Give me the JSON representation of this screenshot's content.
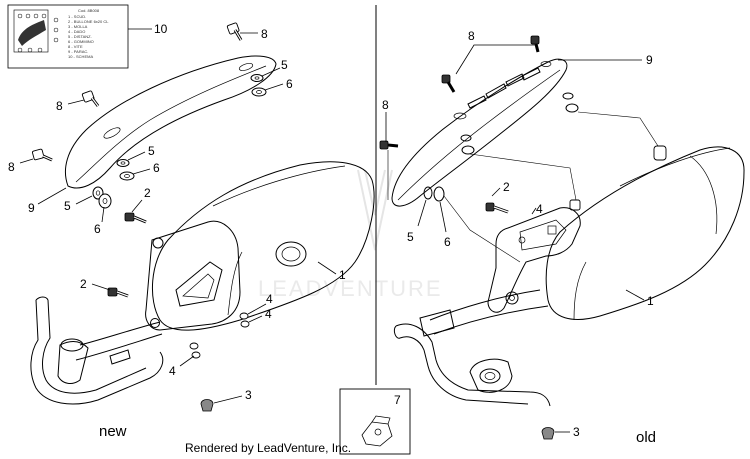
{
  "diagram": {
    "side_labels": {
      "left": "new",
      "right": "old"
    },
    "credit": "Rendered by LeadVenture, Inc.",
    "watermark": "LEADVENTURE",
    "reference_box": {
      "title": "Cod. 8B008",
      "lines": [
        "1 - SCUD.",
        "2 - BULLONE 6x20 CL",
        "3 - MOLLA",
        "4 - DADO",
        "5 - DISTANZ.",
        "6 - GOMMINO",
        "8 - VITE",
        "9 - PARAC.",
        "10 - SCHEMA"
      ]
    },
    "callouts": {
      "left": [
        {
          "id": "c10",
          "text": "10"
        },
        {
          "id": "c8a",
          "text": "8"
        },
        {
          "id": "c5a",
          "text": "5"
        },
        {
          "id": "c6a",
          "text": "6"
        },
        {
          "id": "c8b",
          "text": "8"
        },
        {
          "id": "c5b",
          "text": "5"
        },
        {
          "id": "c6b",
          "text": "6"
        },
        {
          "id": "c8c",
          "text": "8"
        },
        {
          "id": "c9",
          "text": "9"
        },
        {
          "id": "c5c",
          "text": "5"
        },
        {
          "id": "c2a",
          "text": "2"
        },
        {
          "id": "c6c",
          "text": "6"
        },
        {
          "id": "c1",
          "text": "1"
        },
        {
          "id": "c2b",
          "text": "2"
        },
        {
          "id": "c4a",
          "text": "4"
        },
        {
          "id": "c4b",
          "text": "4"
        },
        {
          "id": "c4c",
          "text": "4"
        },
        {
          "id": "c3",
          "text": "3"
        },
        {
          "id": "c7",
          "text": "7"
        }
      ],
      "right": [
        {
          "id": "r8a",
          "text": "8"
        },
        {
          "id": "r9",
          "text": "9"
        },
        {
          "id": "r8b",
          "text": "8"
        },
        {
          "id": "r2",
          "text": "2"
        },
        {
          "id": "r4",
          "text": "4"
        },
        {
          "id": "r5",
          "text": "5"
        },
        {
          "id": "r6",
          "text": "6"
        },
        {
          "id": "r1",
          "text": "1"
        },
        {
          "id": "r3",
          "text": "3"
        }
      ]
    }
  }
}
